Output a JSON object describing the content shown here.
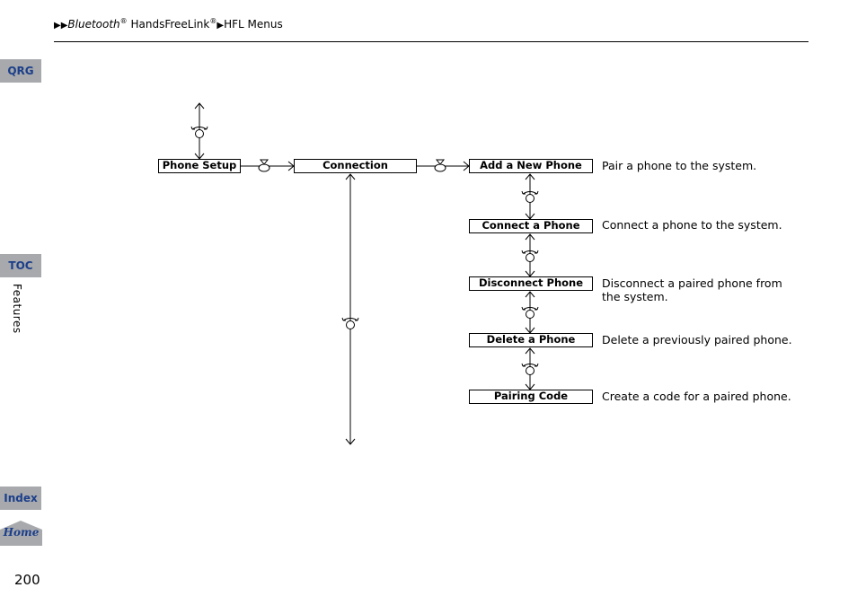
{
  "breadcrumb": {
    "arrows": "▶▶",
    "part1": "Bluetooth",
    "reg1": "®",
    "part2": " HandsFreeLink",
    "reg2": "®",
    "sep": "▶",
    "part3": "HFL Menus"
  },
  "side_tabs": {
    "qrg": "QRG",
    "toc": "TOC",
    "index": "Index",
    "home": "Home"
  },
  "section_label": "Features",
  "page_number": "200",
  "menu": {
    "phone_setup": "Phone Setup",
    "connection": "Connection",
    "items": [
      {
        "label": "Add a New Phone",
        "description": "Pair a phone to the system."
      },
      {
        "label": "Connect a Phone",
        "description": "Connect a phone to the system."
      },
      {
        "label": "Disconnect Phone",
        "description": "Disconnect a paired phone from the system."
      },
      {
        "label": "Delete a Phone",
        "description": "Delete a previously paired phone."
      },
      {
        "label": "Pairing Code",
        "description": "Create a code for a paired phone."
      }
    ]
  },
  "icons": {
    "rotate_knob": "rotate-knob-icon",
    "press_knob": "press-knob-icon"
  }
}
